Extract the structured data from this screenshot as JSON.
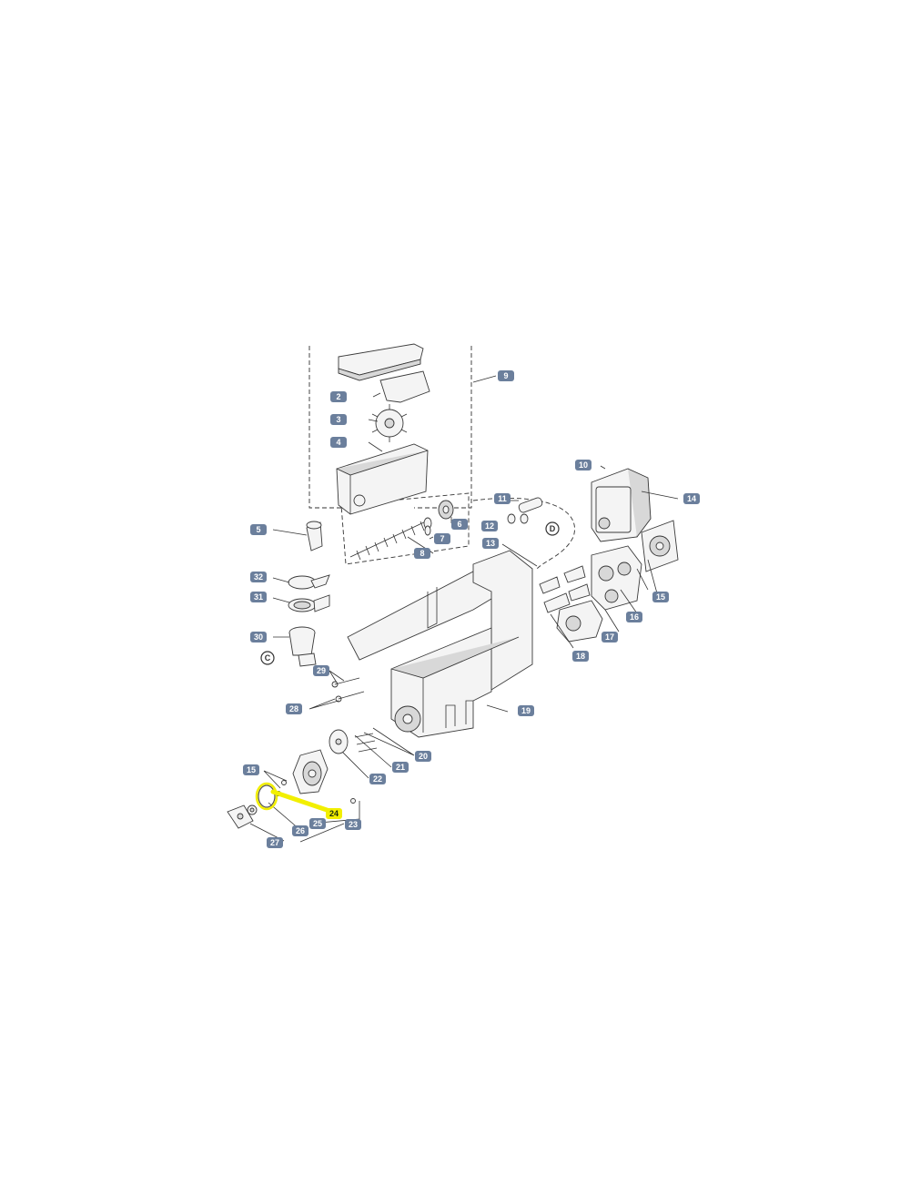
{
  "callouts": [
    {
      "id": "c2",
      "label": "2"
    },
    {
      "id": "c3",
      "label": "3"
    },
    {
      "id": "c4",
      "label": "4"
    },
    {
      "id": "c5",
      "label": "5"
    },
    {
      "id": "c6",
      "label": "6"
    },
    {
      "id": "c7",
      "label": "7"
    },
    {
      "id": "c8",
      "label": "8"
    },
    {
      "id": "c9",
      "label": "9"
    },
    {
      "id": "c10",
      "label": "10"
    },
    {
      "id": "c11",
      "label": "11"
    },
    {
      "id": "c12",
      "label": "12"
    },
    {
      "id": "cD",
      "label": "D"
    },
    {
      "id": "c13",
      "label": "13"
    },
    {
      "id": "c14",
      "label": "14"
    },
    {
      "id": "c15a",
      "label": "15"
    },
    {
      "id": "c16",
      "label": "16"
    },
    {
      "id": "c17",
      "label": "17"
    },
    {
      "id": "c18",
      "label": "18"
    },
    {
      "id": "c19",
      "label": "19"
    },
    {
      "id": "c20",
      "label": "20"
    },
    {
      "id": "c21",
      "label": "21"
    },
    {
      "id": "c22",
      "label": "22"
    },
    {
      "id": "c23",
      "label": "23"
    },
    {
      "id": "c24",
      "label": "24"
    },
    {
      "id": "c25",
      "label": "25"
    },
    {
      "id": "c26",
      "label": "26"
    },
    {
      "id": "c27",
      "label": "27"
    },
    {
      "id": "c28",
      "label": "28"
    },
    {
      "id": "c29",
      "label": "29"
    },
    {
      "id": "c30",
      "label": "30"
    },
    {
      "id": "cC",
      "label": "C"
    },
    {
      "id": "c31",
      "label": "31"
    },
    {
      "id": "c32",
      "label": "32"
    },
    {
      "id": "c15b",
      "label": "15"
    }
  ],
  "highlight": {
    "label": "24",
    "color": "#f2ef00"
  },
  "colors": {
    "callout_fill": "#6b7f9c",
    "highlight_stroke": "#f2ef00",
    "line": "#333333"
  }
}
